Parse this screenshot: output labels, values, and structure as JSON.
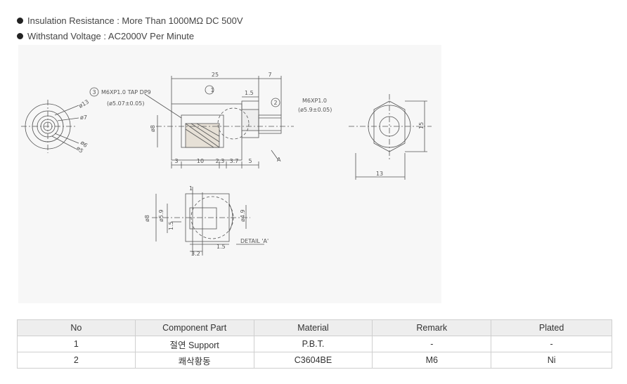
{
  "specs": [
    {
      "label": "Insulation Resistance",
      "sep": " : ",
      "value": "More Than 1000MΩ DC 500V"
    },
    {
      "label": "Withstand Voltage",
      "sep": " : ",
      "value": "AC2000V Per Minute"
    }
  ],
  "drawing": {
    "callout_1": "1",
    "callout_2": "2",
    "callout_3": "3",
    "tap_spec": "M6XP1.0 TAP DP9",
    "tap_dia": "(ø5.07±0.05)",
    "thread_spec": "M6XP1.0",
    "thread_dia": "(ø5.9±0.05)",
    "dim_25": "25",
    "dim_7": "7",
    "dim_1_5_top": "1.5",
    "dim_3": "3",
    "dim_10": "10",
    "dim_2_3": "2.3",
    "dim_3_7": "3.7",
    "dim_5": "5",
    "dim_d8_side": "ø8",
    "label_a": "A",
    "dim_d13": "ø13",
    "dim_d7": "ø7",
    "dim_d6": "ø6",
    "dim_d5": "ø5",
    "dim_13": "13",
    "dim_15": "15",
    "dim_1": "1",
    "dim_d8_detail": "ø8",
    "dim_d5_9": "ø5.9",
    "dim_1_5_left": "1.5",
    "dim_d4_9": "ø4.9",
    "dim_1_5_bottom": "1.5",
    "dim_3_2": "3.2",
    "detail_label": "DETAIL 'A'"
  },
  "table": {
    "headers": [
      "No",
      "Component Part",
      "Material",
      "Remark",
      "Plated"
    ],
    "rows": [
      [
        "1",
        "절연 Support",
        "P.B.T.",
        "-",
        "-"
      ],
      [
        "2",
        "쾌삭황동",
        "C3604BE",
        "M6",
        "Ni"
      ]
    ]
  }
}
